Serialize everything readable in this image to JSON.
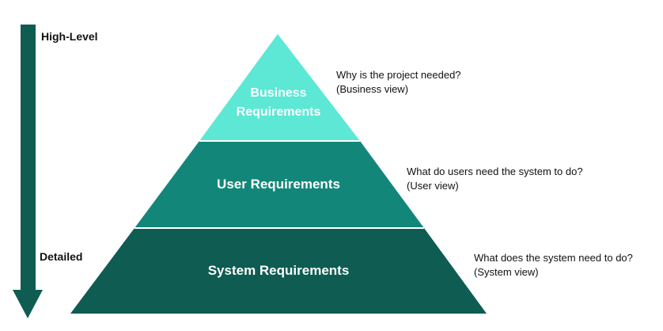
{
  "colors": {
    "arrow": "#0E5C52",
    "business": "#5CE8D5",
    "user": "#13867A",
    "system": "#0E5C52",
    "divider": "#ffffff",
    "text_dark": "#111111",
    "text_light": "#ffffff"
  },
  "axis": {
    "top_label": "High-Level",
    "bottom_label": "Detailed"
  },
  "tiers": [
    {
      "key": "business",
      "title_line1": "Business",
      "title_line2": "Requirements",
      "question": "Why is the project needed?",
      "view": "(Business view)"
    },
    {
      "key": "user",
      "title": "User Requirements",
      "question": "What do users need the system to do?",
      "view": "(User view)"
    },
    {
      "key": "system",
      "title": "System Requirements",
      "question": "What does the system need to do?",
      "view": "(System view)"
    }
  ]
}
